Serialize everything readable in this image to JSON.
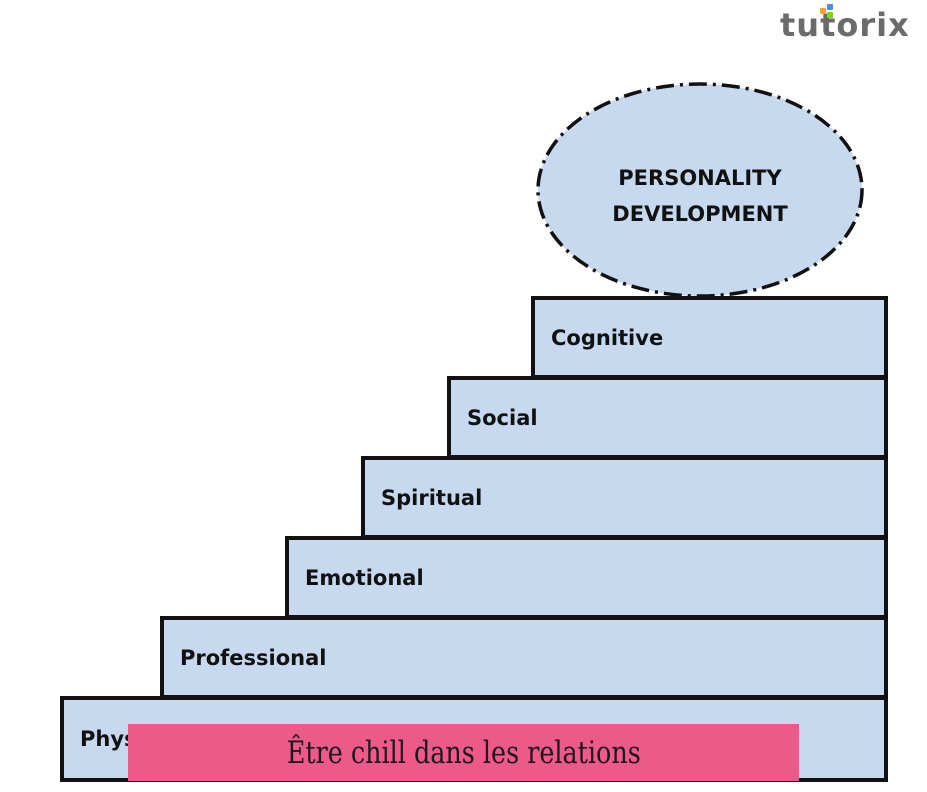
{
  "logo": {
    "text": "tutorix",
    "dot_colors": [
      "#f5a623",
      "#4a90e2",
      "#7ed321"
    ]
  },
  "goal": {
    "line1": "PERSONALITY",
    "line2": "DEVELOPMENT",
    "fill": "#c7d9ef",
    "border_style": "dash-dot"
  },
  "steps": [
    {
      "label": "Cognitive"
    },
    {
      "label": "Social"
    },
    {
      "label": "Spiritual"
    },
    {
      "label": "Emotional"
    },
    {
      "label": "Professional"
    },
    {
      "label": "Physical"
    }
  ],
  "step_fill": "#c7d9ef",
  "banner": {
    "text": "Être chill dans les relations",
    "color": "#ed5a89"
  }
}
